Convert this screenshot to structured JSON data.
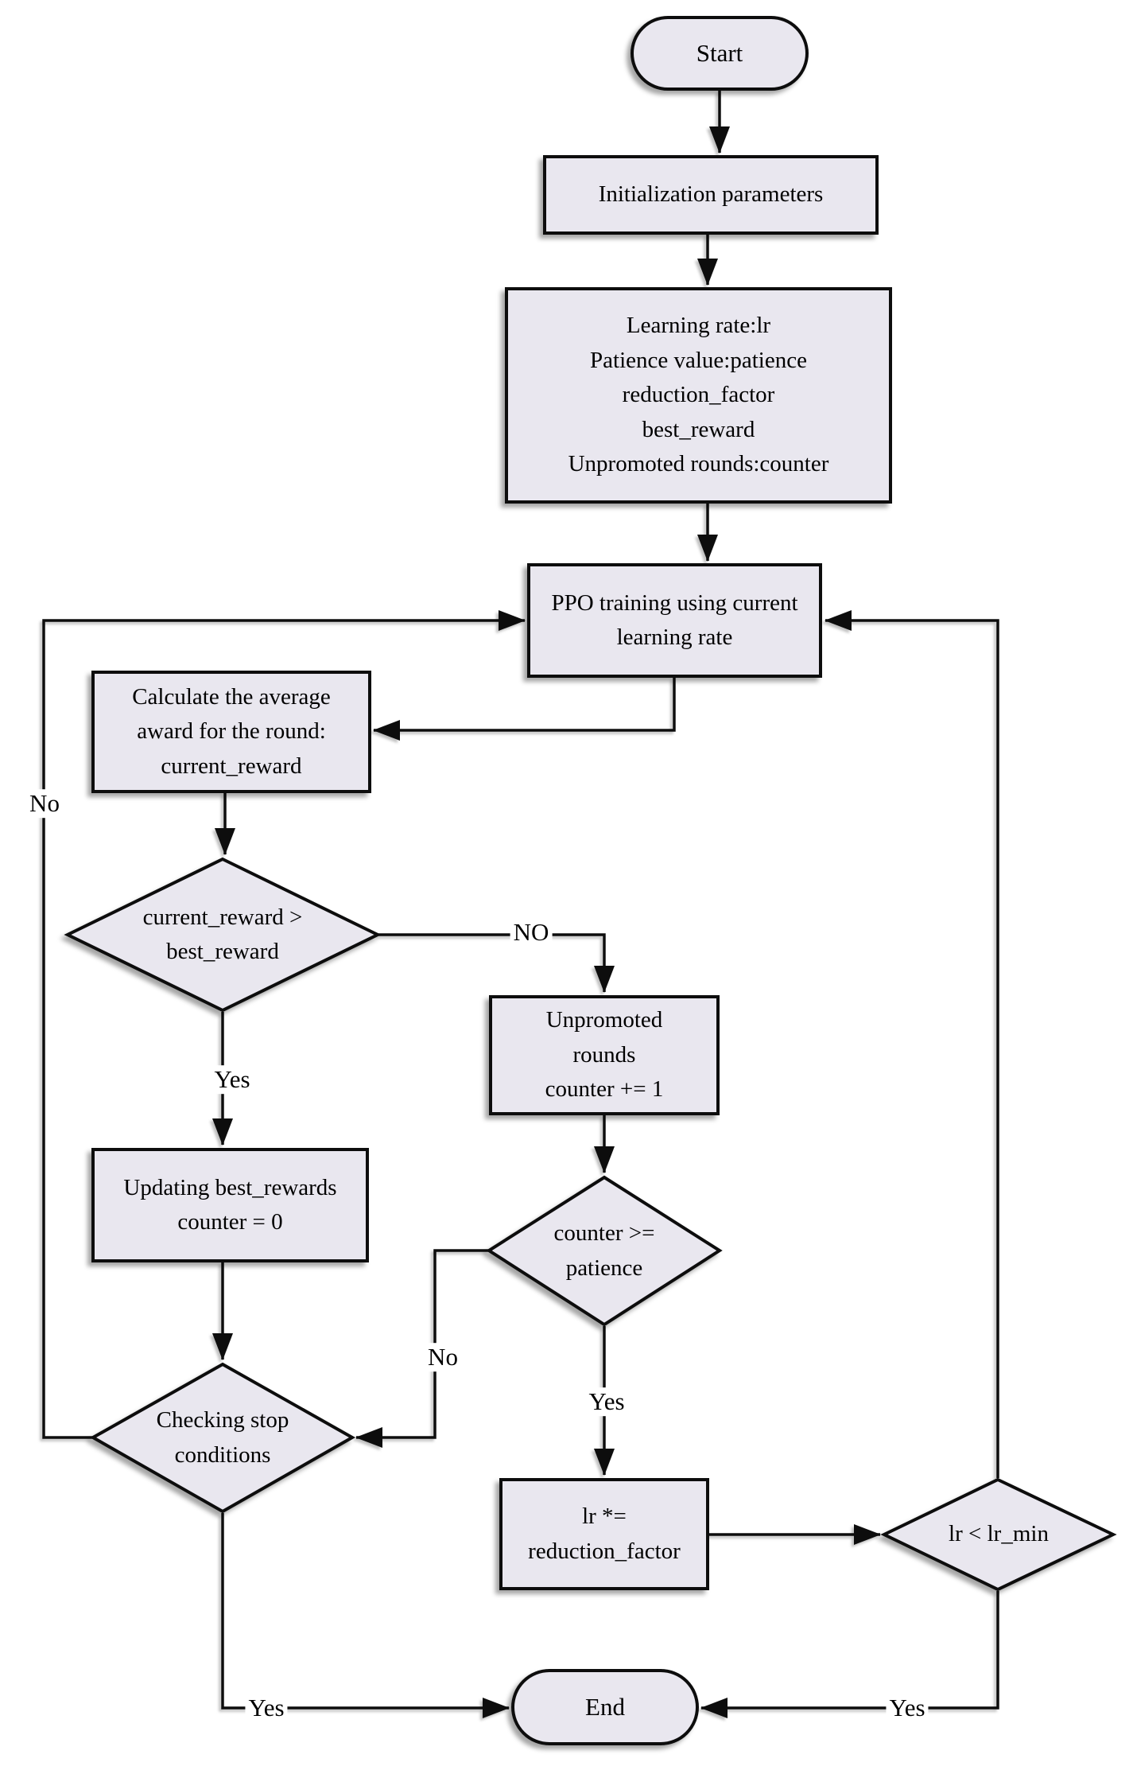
{
  "style": {
    "background": "#ffffff",
    "node_fill": "#e9e7ef",
    "node_stroke": "#0a0a0a",
    "edge_stroke": "#111111",
    "text_color": "#000000"
  },
  "nodes": {
    "start": {
      "type": "terminator",
      "label": "Start"
    },
    "init": {
      "type": "process",
      "label": "Initialization parameters"
    },
    "params": {
      "type": "process",
      "label": "Learning rate:lr\nPatience value:patience\nreduction_factor\nbest_reward\nUnpromoted rounds:counter"
    },
    "ppo": {
      "type": "process",
      "label": "PPO training using current\nlearning rate"
    },
    "calc": {
      "type": "process",
      "label": "Calculate the average\naward for the round:\ncurrent_reward"
    },
    "reward_check": {
      "type": "decision",
      "label": "current_reward >\nbest_reward"
    },
    "unpromoted": {
      "type": "process",
      "label": "Unpromoted\nrounds\ncounter += 1"
    },
    "update_best": {
      "type": "process",
      "label": "Updating best_rewards\ncounter = 0"
    },
    "patience_check": {
      "type": "decision",
      "label": "counter >=\npatience"
    },
    "stop_check": {
      "type": "decision",
      "label": "Checking stop\nconditions"
    },
    "reduce_lr": {
      "type": "process",
      "label": "lr *=\nreduction_factor"
    },
    "lr_min_check": {
      "type": "decision",
      "label": "lr < lr_min"
    },
    "end": {
      "type": "terminator",
      "label": "End"
    }
  },
  "edge_labels": {
    "reward_check_no": "NO",
    "reward_check_yes": "Yes",
    "patience_check_no": "No",
    "patience_check_yes": "Yes",
    "stop_check_no": "No",
    "stop_check_yes": "Yes",
    "lr_min_check_yes": "Yes"
  }
}
